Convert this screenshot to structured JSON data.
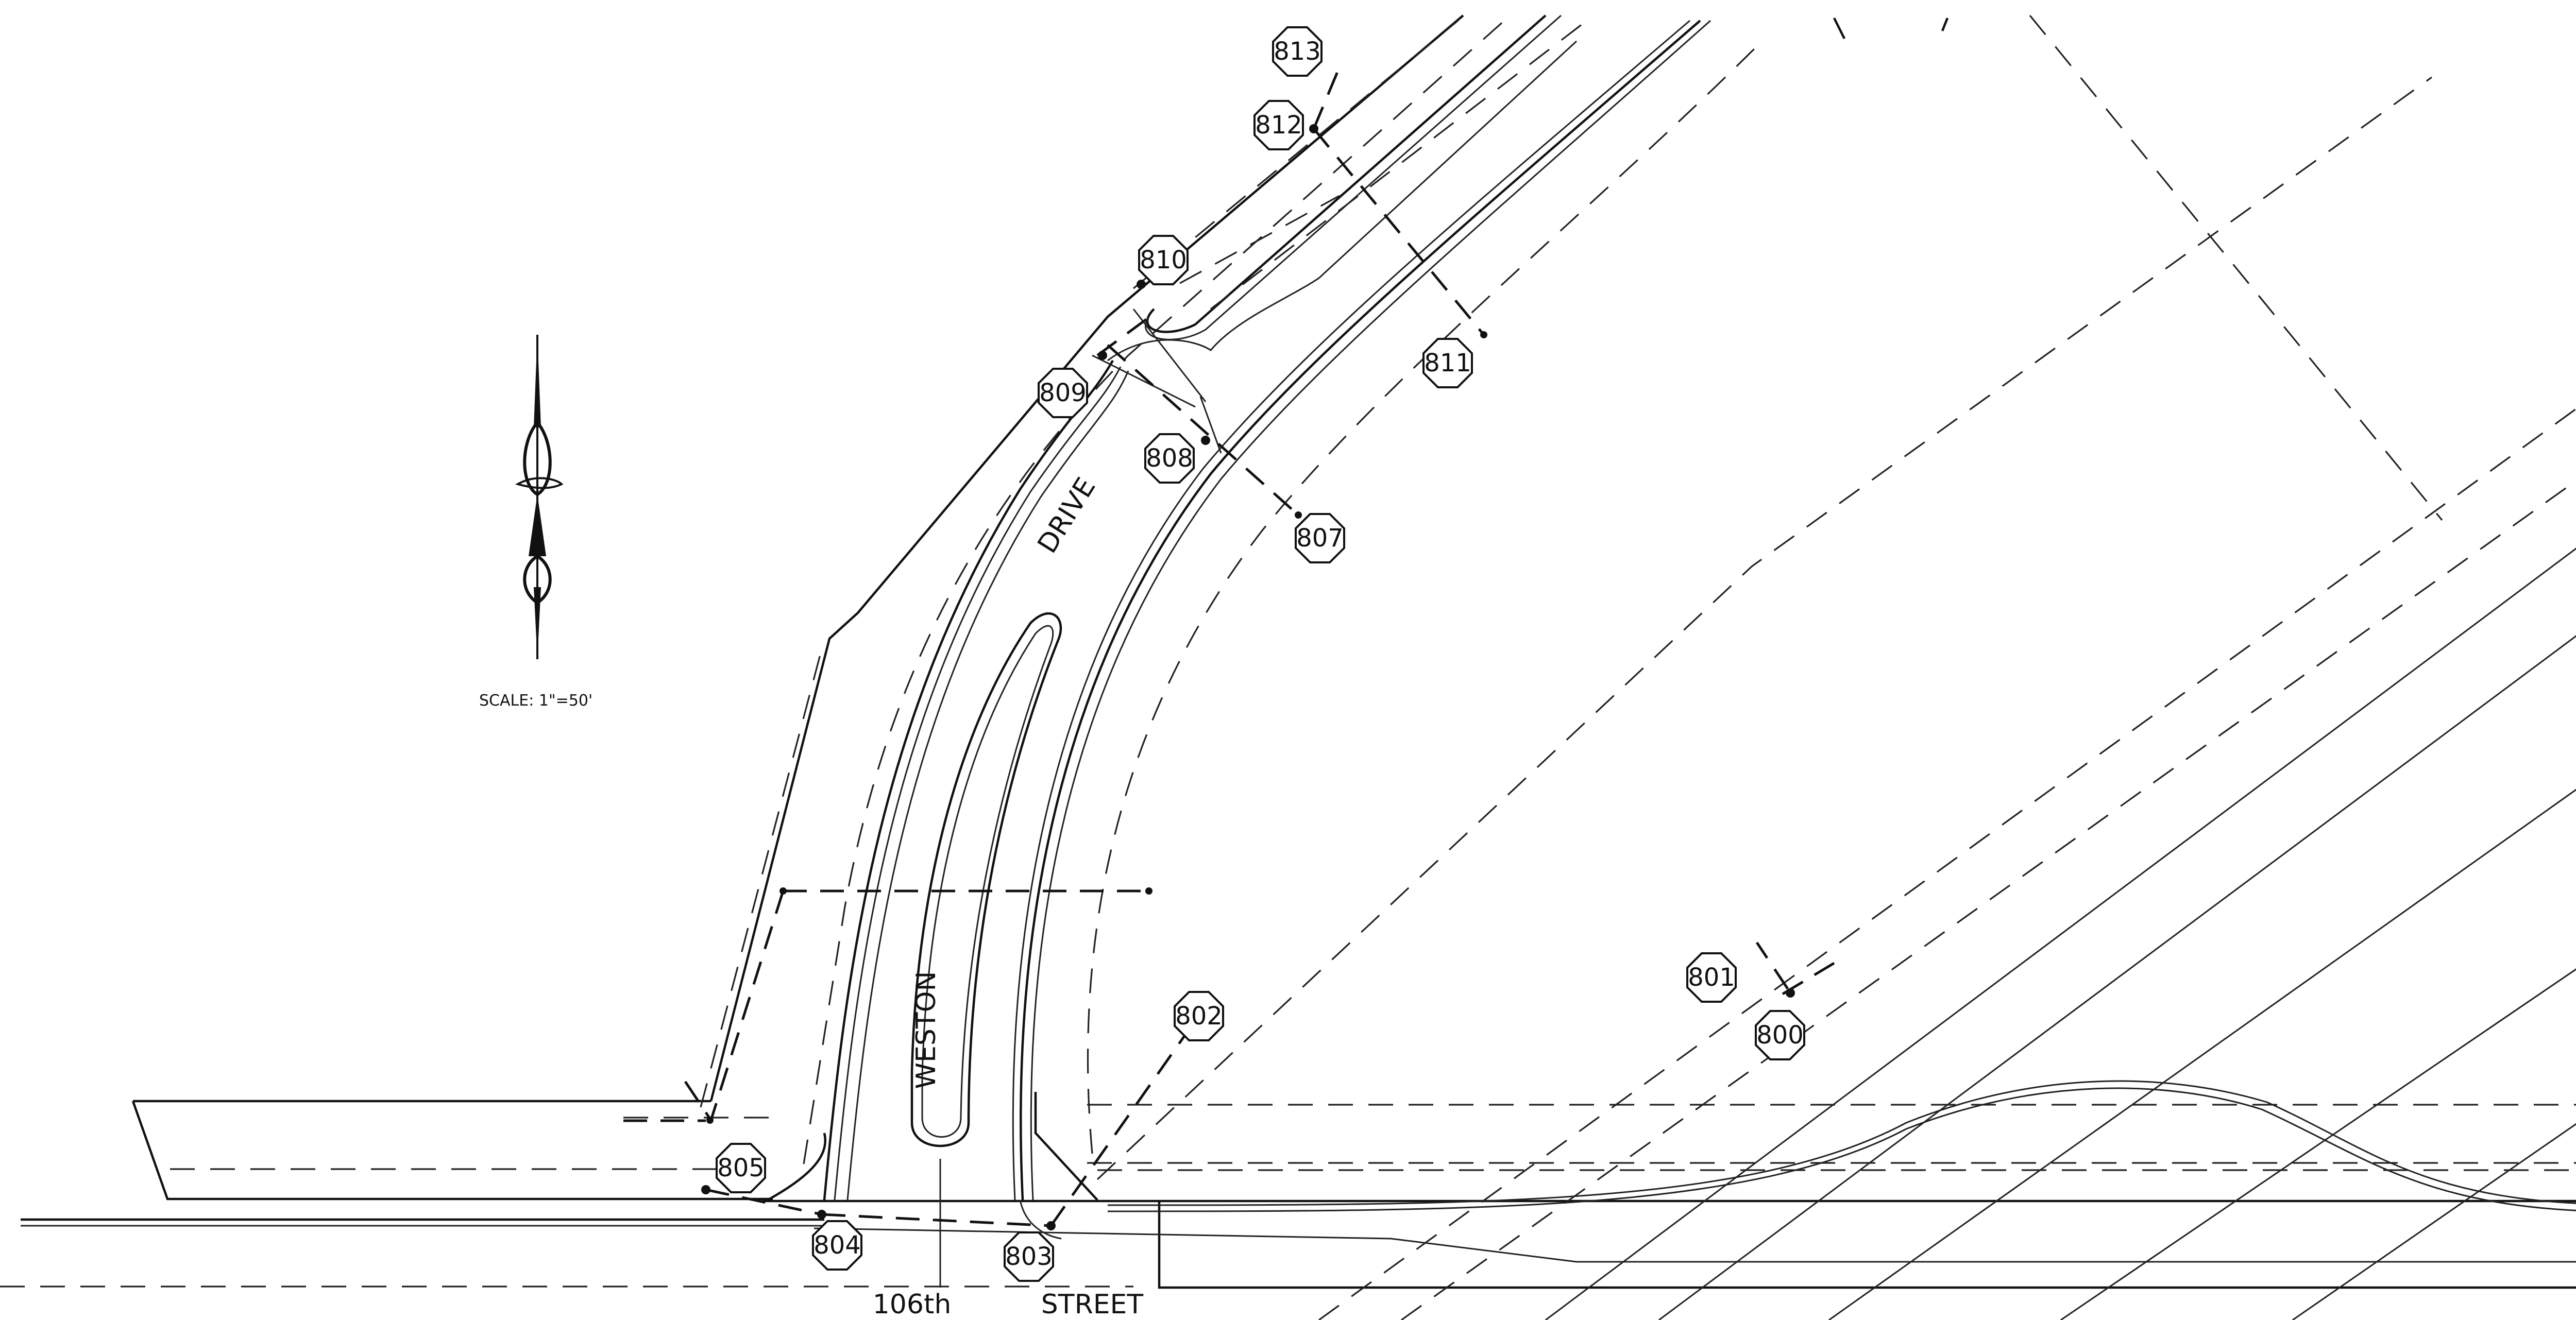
{
  "scale_label": "SCALE: 1\"=50'",
  "street_labels": {
    "weston": "WESTON",
    "drive": "DRIVE",
    "street_106th": "106th",
    "street": "STREET"
  },
  "stations": [
    {
      "id": "813",
      "label": "813"
    },
    {
      "id": "812",
      "label": "812"
    },
    {
      "id": "810",
      "label": "810"
    },
    {
      "id": "811",
      "label": "811"
    },
    {
      "id": "809",
      "label": "809"
    },
    {
      "id": "808",
      "label": "808"
    },
    {
      "id": "807",
      "label": "807"
    },
    {
      "id": "802",
      "label": "802"
    },
    {
      "id": "801",
      "label": "801"
    },
    {
      "id": "800",
      "label": "800"
    },
    {
      "id": "805",
      "label": "805"
    },
    {
      "id": "804",
      "label": "804"
    },
    {
      "id": "803",
      "label": "803"
    }
  ],
  "icons": {
    "north_arrow": "north-arrow-icon"
  }
}
